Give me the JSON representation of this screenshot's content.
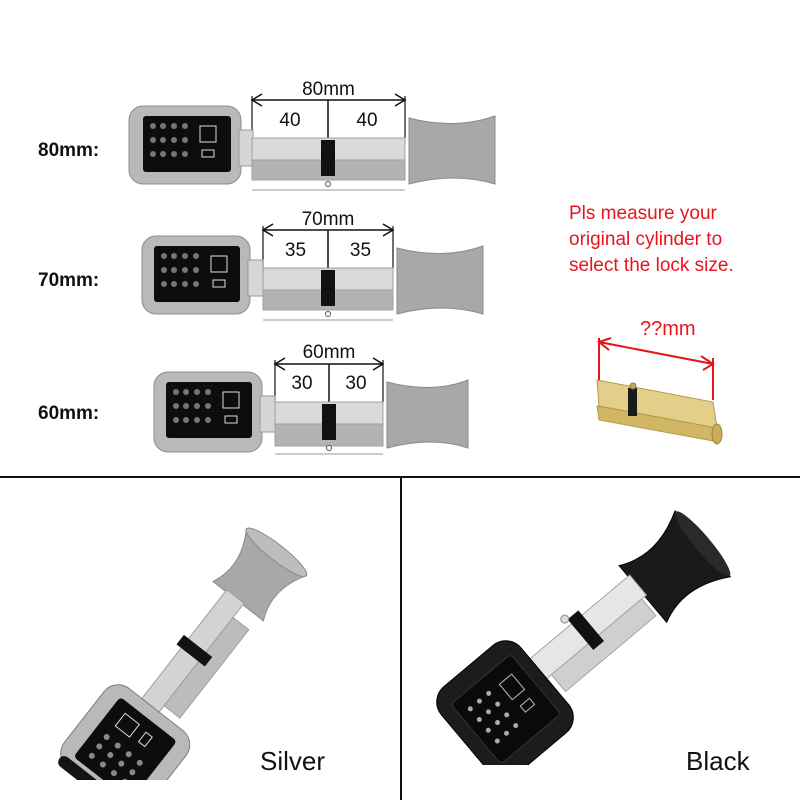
{
  "sizes": [
    {
      "label": "80mm:",
      "total": "80mm",
      "left_half": "40",
      "right_half": "40"
    },
    {
      "label": "70mm:",
      "total": "70mm",
      "left_half": "35",
      "right_half": "35"
    },
    {
      "label": "60mm:",
      "total": "60mm",
      "left_half": "30",
      "right_half": "30"
    }
  ],
  "note": {
    "lines": [
      "Pls measure your",
      "original cylinder to",
      "select the lock size."
    ],
    "color": "#e8141c"
  },
  "measure": {
    "label": "??mm",
    "color": "#e8141c"
  },
  "variants": [
    {
      "label": "Silver",
      "body_color": "#b9b9bb",
      "knob_color": "#a8a8aa"
    },
    {
      "label": "Black",
      "body_color": "#1c1c1c",
      "knob_color": "#1a1a1a"
    }
  ],
  "colors": {
    "keypad": "#0d0d0d",
    "cylinder": "#c7c7c9",
    "brass": "#d8c27a",
    "divider": "#111111"
  }
}
